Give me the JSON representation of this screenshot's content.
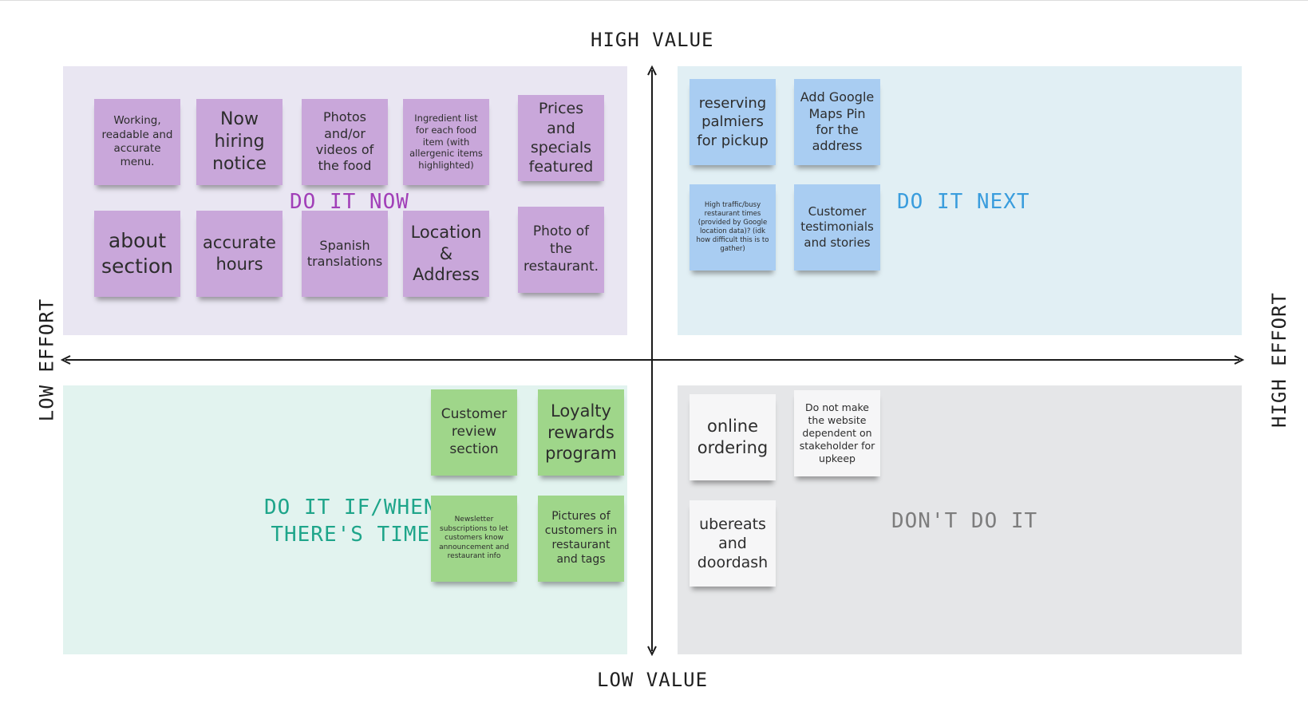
{
  "axes": {
    "top": "HIGH VALUE",
    "bottom": "LOW VALUE",
    "left": "LOW EFFORT",
    "right": "HIGH EFFORT"
  },
  "colors": {
    "do_it_now": "#a13fb8",
    "do_it_next": "#3a9ddd",
    "do_it_if_time": "#1ea58a",
    "dont_do_it": "#7d7d7d"
  },
  "quadrants": {
    "top_left": {
      "title": "DO IT NOW",
      "notes": [
        "Working, readable and accurate menu.",
        "Now hiring notice",
        "Photos and/or videos of the food",
        "Ingredient list for each food item (with allergenic items highlighted)",
        "Prices and specials featured",
        "about section",
        "accurate hours",
        "Spanish translations",
        "Location & Address",
        "Photo of the restaurant."
      ]
    },
    "top_right": {
      "title": "DO IT NEXT",
      "notes": [
        "reserving palmiers for pickup",
        "Add Google Maps Pin for the address",
        "High traffic/busy restaurant times (provided by Google location data)? (idk how difficult this is to gather)",
        "Customer testimonials and stories"
      ]
    },
    "bottom_left": {
      "title_line1": "DO IT IF/WHEN",
      "title_line2": "THERE'S TIME",
      "notes": [
        "Customer review section",
        "Loyalty rewards program",
        "Newsletter subscriptions to let customers know announcement and restaurant info",
        "Pictures of customers in restaurant and tags"
      ]
    },
    "bottom_right": {
      "title": "DON'T DO IT",
      "notes": [
        "online ordering",
        "Do not make the website dependent on stakeholder for upkeep",
        "ubereats and doordash"
      ]
    }
  }
}
